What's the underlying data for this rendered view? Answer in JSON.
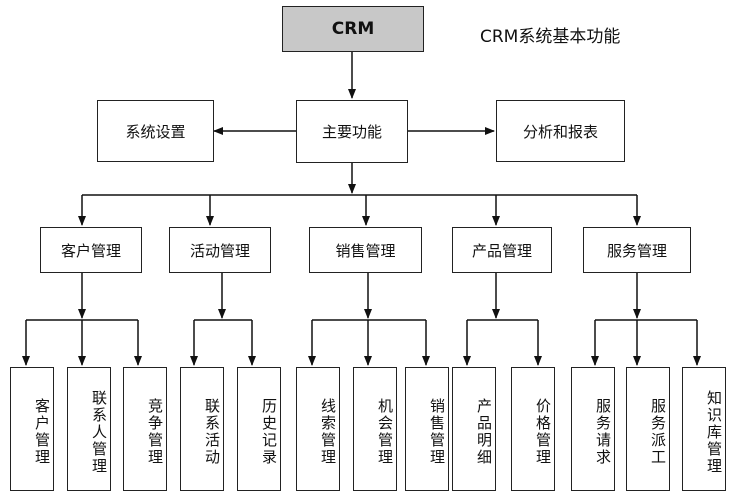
{
  "title_caption": "CRM系统基本功能",
  "root": "CRM",
  "level2": {
    "left": "系统设置",
    "center": "主要功能",
    "right": "分析和报表"
  },
  "modules": [
    {
      "label": "客户管理",
      "children": [
        "客户管理",
        "联系人管理",
        "竞争管理"
      ]
    },
    {
      "label": "活动管理",
      "children": [
        "联系活动",
        "历史记录"
      ]
    },
    {
      "label": "销售管理",
      "children": [
        "线索管理",
        "机会管理",
        "销售管理"
      ]
    },
    {
      "label": "产品管理",
      "children": [
        "产品明细",
        "价格管理"
      ]
    },
    {
      "label": "服务管理",
      "children": [
        "服务请求",
        "服务派工",
        "知识库管理"
      ]
    }
  ]
}
